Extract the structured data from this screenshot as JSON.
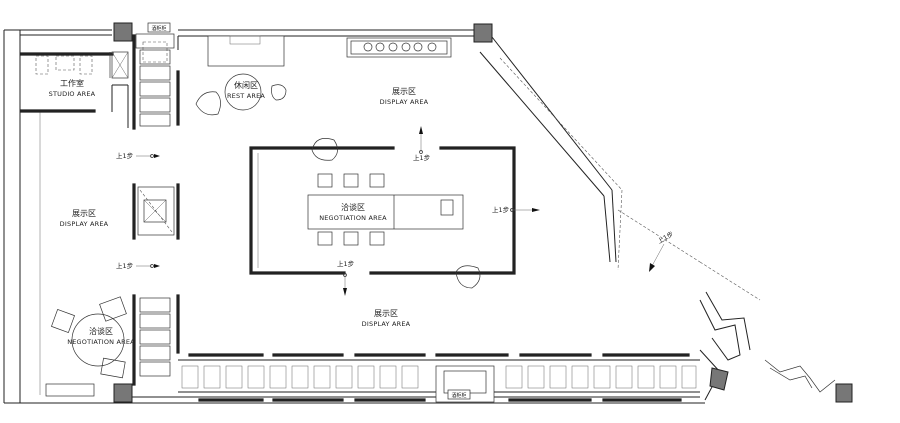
{
  "areas": {
    "studio_zh": "工作室",
    "studio_en": "STUDIO AREA",
    "rest_zh": "休闲区",
    "rest_en": "REST AREA",
    "display_top_zh": "展示区",
    "display_top_en": "DISPLAY AREA",
    "display_left_zh": "展示区",
    "display_left_en": "DISPLAY AREA",
    "negotiation_center_zh": "洽谈区",
    "negotiation_center_en": "NEGOTIATION AREA",
    "display_bottom_zh": "展示区",
    "display_bottom_en": "DISPLAY AREA",
    "negotiation_left_zh": "洽谈区",
    "negotiation_left_en": "NEGOTIATION AREA"
  },
  "step_label": "上1步",
  "fixtures": {
    "top_cabinet": "酒柜柜",
    "bottom_cabinet": "酒柜柜"
  },
  "colors": {
    "ink": "#222222",
    "column_fill": "#777777",
    "background": "#ffffff"
  }
}
